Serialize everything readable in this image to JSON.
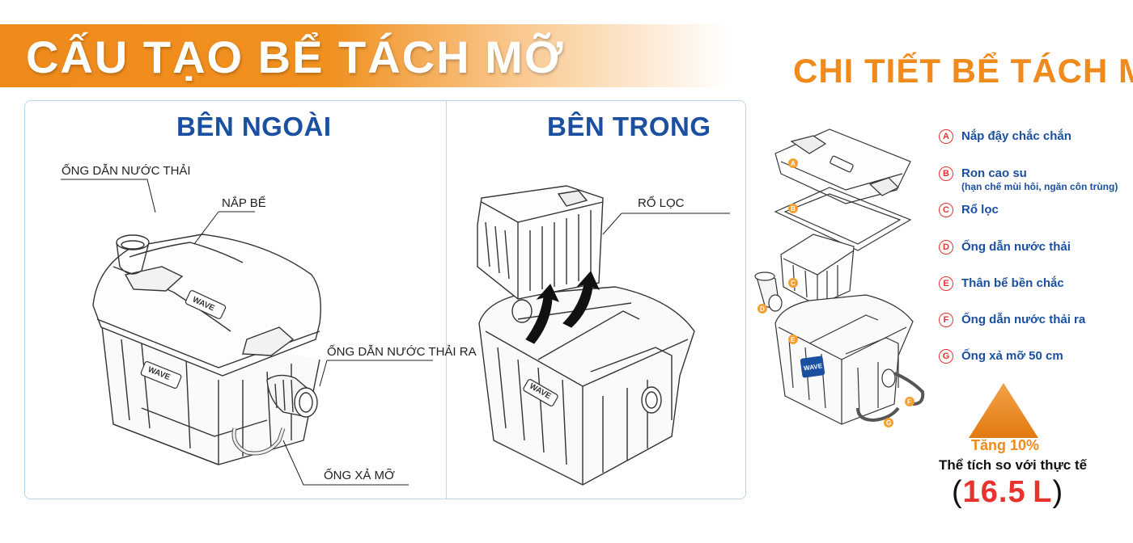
{
  "header": {
    "title": "CẤU TẠO BỂ TÁCH MỠ",
    "detail_title": "CHI TIẾT BỂ TÁCH MỠ"
  },
  "outside": {
    "title": "BÊN NGOÀI",
    "labels": {
      "inlet_pipe": "ỐNG DẪN NƯỚC THẢI",
      "lid": "NẮP BỂ",
      "outlet_pipe": "ỐNG DẪN NƯỚC THẢI RA",
      "grease_pipe": "ỐNG XẢ MỠ"
    },
    "brand_marks": [
      "WAVE",
      "WAVE"
    ]
  },
  "inside": {
    "title": "BÊN TRONG",
    "labels": {
      "filter_basket": "RỔ LỌC"
    },
    "brand_marks": [
      "WAVE"
    ]
  },
  "details": {
    "brand_mark": "WAVE",
    "items": [
      {
        "letter": "A",
        "text": "Nắp đậy chắc chắn",
        "sub": ""
      },
      {
        "letter": "B",
        "text": "Ron cao su",
        "sub": "(hạn chế mùi hôi, ngăn côn trùng)"
      },
      {
        "letter": "C",
        "text": "Rổ lọc",
        "sub": ""
      },
      {
        "letter": "D",
        "text": "Ống dẫn nước thải",
        "sub": ""
      },
      {
        "letter": "E",
        "text": "Thân bể bền chắc",
        "sub": ""
      },
      {
        "letter": "F",
        "text": "Ống dẫn nước thải ra",
        "sub": ""
      },
      {
        "letter": "G",
        "text": "Ống xả mỡ 50 cm",
        "sub": ""
      }
    ]
  },
  "volume": {
    "increase": "Tăng 10%",
    "caption": "Thể tích so với thực tế",
    "open": "(",
    "value": "16.5",
    "unit": "L",
    "close": ")"
  },
  "colors": {
    "orange": "#ef8a1c",
    "blue": "#1b4fa0",
    "red": "#e8322e",
    "panel_border": "#b8d8ec"
  }
}
